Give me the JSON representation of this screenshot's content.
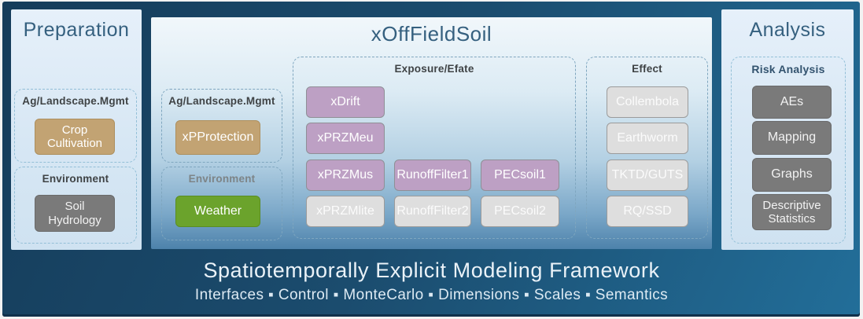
{
  "colors": {
    "frame_dark": "#153c5a",
    "frame_light": "#226e99",
    "panel_top": "#e6f0fa",
    "panel_bottom": "#cfe2f1",
    "center_bottom": "#4d82ab",
    "title_text": "#35607f",
    "tan": "#c2a373",
    "green": "#6ba32c",
    "dark_gray": "#7a7a7a",
    "purple": "#bda0c4",
    "light_gray": "#dedede"
  },
  "left_panel": {
    "title": "Preparation",
    "groups": [
      {
        "label": "Ag/Landscape.Mgmt",
        "buttons": [
          {
            "label": "Crop Cultivation",
            "variant": "tan"
          }
        ]
      },
      {
        "label": "Environment",
        "buttons": [
          {
            "label": "Soil Hydrology",
            "variant": "darkgray"
          }
        ]
      }
    ]
  },
  "center_panel": {
    "title": "xOffFieldSoil",
    "ag_group": {
      "label": "Ag/Landscape.Mgmt",
      "buttons": [
        {
          "label": "xPProtection",
          "variant": "tan"
        }
      ]
    },
    "env_group": {
      "label": "Environment",
      "buttons": [
        {
          "label": "Weather",
          "variant": "green"
        }
      ]
    },
    "exposure_group": {
      "label": "Exposure/Efate",
      "buttons": [
        {
          "label": "xDrift",
          "variant": "purple"
        },
        {
          "label": "xPRZMeu",
          "variant": "purple"
        },
        {
          "label": "xPRZMus",
          "variant": "purple"
        },
        {
          "label": "xPRZMlite",
          "variant": "ltgray"
        },
        {
          "label": "RunoffFilter1",
          "variant": "purple"
        },
        {
          "label": "RunoffFilter2",
          "variant": "ltgray"
        },
        {
          "label": "PECsoil1",
          "variant": "purple"
        },
        {
          "label": "PECsoil2",
          "variant": "ltgray"
        }
      ]
    },
    "effect_group": {
      "label": "Effect",
      "buttons": [
        {
          "label": "Collembola",
          "variant": "ltgray"
        },
        {
          "label": "Earthworm",
          "variant": "ltgray"
        },
        {
          "label": "TKTD/GUTS",
          "variant": "ltgray"
        },
        {
          "label": "RQ/SSD",
          "variant": "ltgray"
        }
      ]
    }
  },
  "right_panel": {
    "title": "Analysis",
    "group": {
      "label": "Risk Analysis",
      "buttons": [
        {
          "label": "AEs",
          "variant": "darkgray"
        },
        {
          "label": "Mapping",
          "variant": "darkgray"
        },
        {
          "label": "Graphs",
          "variant": "darkgray"
        },
        {
          "label": "Descriptive Statistics",
          "variant": "darkgray"
        }
      ]
    }
  },
  "footer": {
    "title": "Spatiotemporally Explicit Modeling Framework",
    "subtitle": "Interfaces ▪ Control ▪ MonteCarlo ▪ Dimensions ▪ Scales ▪ Semantics"
  }
}
